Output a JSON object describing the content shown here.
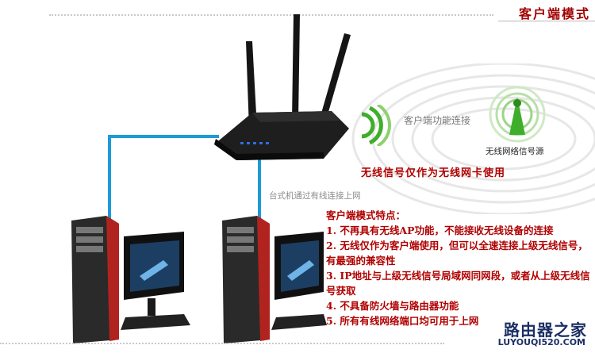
{
  "header": {
    "title": "客户端模式"
  },
  "signal": {
    "client_label": "客户端功能连接",
    "source_label": "无线网络信号源",
    "wifi_note": "无线信号仅作为无线网卡使用"
  },
  "desktop_note": "台式机通过有线连接上网",
  "features": {
    "heading": "客户端模式特点：",
    "items": [
      "1.  不再具有无线AP功能，不能接收无线设备的连接",
      "2.  无线仅作为客户端使用，但可以全速连接上级无线信号，有最强的兼容性",
      "3.  IP地址与上级无线信号局域网同网段，或者从上级无线信号获取",
      "4. 不具备防火墙与路由器功能",
      "5.  所有有线网络端口均可用于上网"
    ]
  },
  "watermark": {
    "main": "路由器之家",
    "url": "LUYOUQI520.COM"
  },
  "colors": {
    "accent_red": "#b00000",
    "cable_blue": "#1c9bd8",
    "signal_green": "#3fae2a"
  }
}
